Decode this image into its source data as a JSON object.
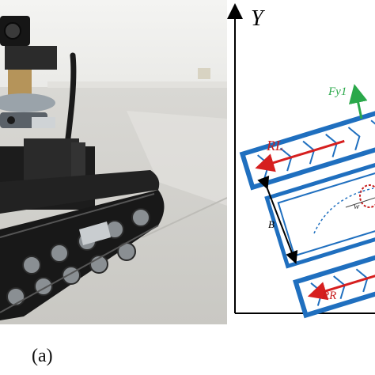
{
  "photo": {
    "description_free": true
  },
  "schematic": {
    "axis_y_label": "Y",
    "force_label": "Fy1",
    "left_track_label": "RL",
    "right_track_label": "RR",
    "width_label": "B",
    "omega_label": "w",
    "colors": {
      "track": "#1f6fbf",
      "force_arrow": "#d61f1f",
      "lateral_force": "#2aa84a",
      "label_red": "#c81e1e",
      "label_green": "#2aa84a",
      "axis": "#000000"
    }
  },
  "caption": {
    "panel_label": "(a)"
  }
}
